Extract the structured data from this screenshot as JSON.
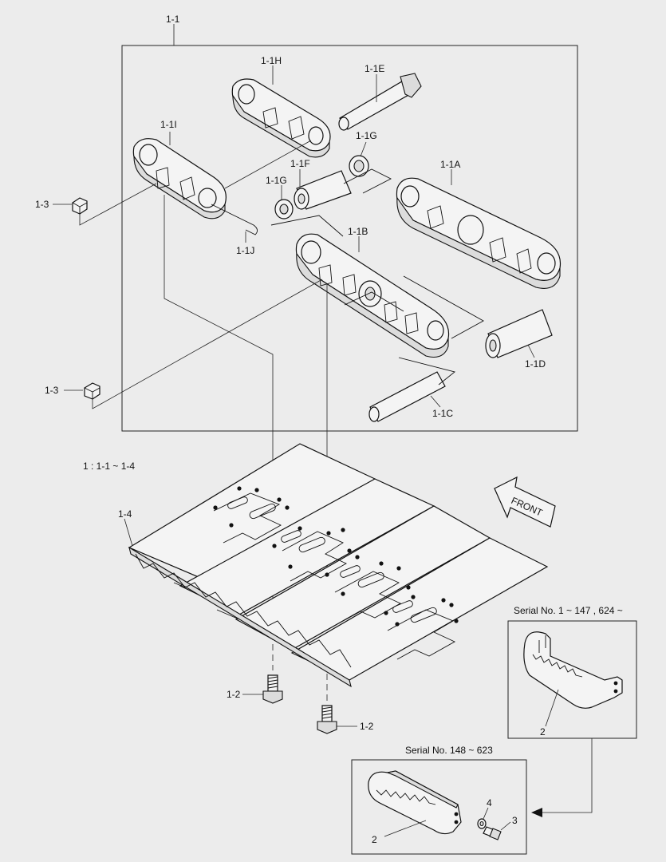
{
  "labels": {
    "assy": "1-1",
    "link_h": "1-1H",
    "pin_e": "1-1E",
    "link_i": "1-1I",
    "seal_g_top": "1-1G",
    "link_a": "1-1A",
    "bushing_f": "1-1F",
    "seal_g_left": "1-1G",
    "nut_top": "1-3",
    "link_b": "1-1B",
    "pin_j": "1-1J",
    "nut_bottom": "1-3",
    "bushing_d": "1-1D",
    "pin_c": "1-1C",
    "group_note": "1 : 1-1 ~ 1-4",
    "shoe": "1-4",
    "bolt_left": "1-2",
    "bolt_right": "1-2",
    "serial_a": "Serial No. 1 ~ 147  ,  624 ~",
    "guard_a": "2",
    "serial_b": "Serial No. 148 ~ 623",
    "washer": "4",
    "bolt_guard": "3",
    "guard_b": "2",
    "front": "FRONT"
  },
  "colors": {
    "background": "#ececec",
    "line": "#111111",
    "fill_light": "#f4f4f4",
    "fill_shade": "#dcdcdc"
  }
}
